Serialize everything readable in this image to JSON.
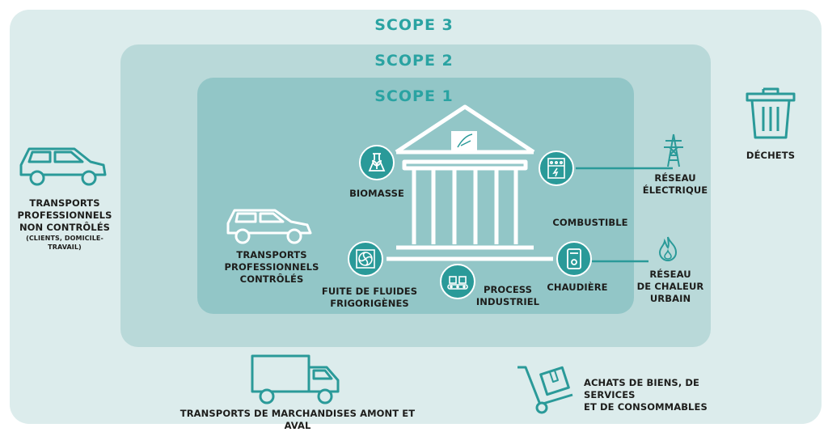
{
  "scopes": {
    "scope3": "SCOPE 3",
    "scope2": "SCOPE 2",
    "scope1": "SCOPE 1"
  },
  "scope3_items": {
    "uncontrolled_transport": [
      "TRANSPORTS",
      "PROFESSIONNELS",
      "NON CONTRÔLÉS"
    ],
    "uncontrolled_transport_note": "(CLIENTS, DOMICILE-TRAVAIL)",
    "waste": "DÉCHETS",
    "freight": "TRANSPORTS DE MARCHANDISES AMONT ET AVAL",
    "purchases": [
      "ACHATS DE BIENS, DE SERVICES",
      "ET DE CONSOMMABLES"
    ]
  },
  "scope2_items": {
    "grid": [
      "RÉSEAU",
      "ÉLECTRIQUE"
    ],
    "heat_network": [
      "RÉSEAU",
      "DE CHALEUR",
      "URBAIN"
    ]
  },
  "scope1_items": {
    "controlled_transport": [
      "TRANSPORTS",
      "PROFESSIONNELS",
      "CONTRÔLÉS"
    ],
    "biomass": "BIOMASSE",
    "fuel": "COMBUSTIBLE",
    "refrigerants": [
      "FUITE DE FLUIDES",
      "FRIGORIGÈNES"
    ],
    "industrial_process": [
      "PROCESS",
      "INDUSTRIEL"
    ],
    "boiler": "CHAUDIÈRE"
  },
  "icons": [
    "car-icon",
    "trash-icon",
    "electric-pylon-icon",
    "flame-icon",
    "truck-icon",
    "hand-truck-icon",
    "bank-building-icon",
    "biomass-icon",
    "electric-panel-icon",
    "fan-icon",
    "conveyor-icon",
    "boiler-icon"
  ],
  "colors": {
    "scope3_bg": "#dcecec",
    "scope2_bg": "#b9d9d9",
    "scope1_bg": "#92c6c7",
    "accent": "#2aa3a2",
    "icon_fill": "#2a9a99"
  }
}
